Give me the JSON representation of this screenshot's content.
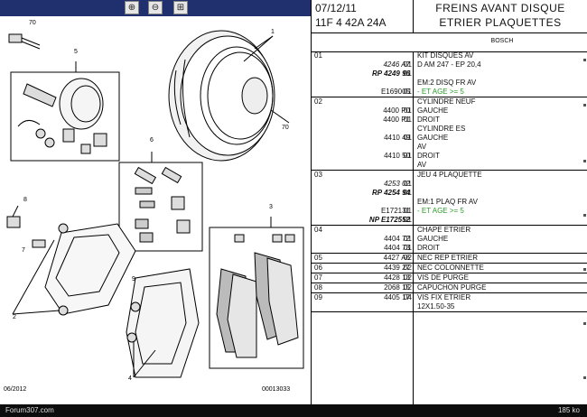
{
  "toolbar": {
    "bg_color": "#20306e",
    "buttons": [
      {
        "name": "zoom-in-icon",
        "glyph": "⊕"
      },
      {
        "name": "zoom-out-icon",
        "glyph": "⊖"
      },
      {
        "name": "zoom-fit-icon",
        "glyph": "⊞"
      }
    ]
  },
  "diagram": {
    "labels": [
      "70",
      "5",
      "1",
      "70",
      "6",
      "8",
      "7",
      "2",
      "3",
      "9",
      "4"
    ],
    "footer_left": "06/2012",
    "footer_right": "00013033"
  },
  "header": {
    "date": "07/12/11",
    "reference": "11F 4 42A 24A",
    "title_line1": "FREINS AVANT DISQUE",
    "title_line2": "ETRIER PLAQUETTES",
    "brand": "BOSCH"
  },
  "groups": [
    {
      "num": "01",
      "lines": [
        {
          "ref": "",
          "qty": "",
          "desc": "KIT DISQUES AV",
          "style": ""
        },
        {
          "ref": "4246 A7",
          "qty": "01",
          "desc": "D AM 247 - EP 20,4",
          "style": "ital"
        },
        {
          "ref": "RP 4249 96",
          "qty": "01",
          "desc": "",
          "style": "rp"
        },
        {
          "ref": "",
          "qty": "",
          "desc": "EM:2 DISQ FR AV",
          "style": ""
        },
        {
          "ref": "E169005",
          "qty": "01",
          "desc": "- ET AGE >= 5",
          "style": "green"
        }
      ]
    },
    {
      "num": "02",
      "lines": [
        {
          "ref": "",
          "qty": "",
          "desc": "CYLINDRE NEUF",
          "style": ""
        },
        {
          "ref": "4400 P0",
          "qty": "01",
          "desc": "GAUCHE",
          "style": ""
        },
        {
          "ref": "4400 P1",
          "qty": "01",
          "desc": "DROIT",
          "style": ""
        },
        {
          "ref": "",
          "qty": "",
          "desc": "CYLINDRE ES",
          "style": ""
        },
        {
          "ref": "4410 49",
          "qty": "01",
          "desc": "GAUCHE",
          "style": ""
        },
        {
          "ref": "",
          "qty": "",
          "desc": "AV",
          "style": ""
        },
        {
          "ref": "4410 50",
          "qty": "01",
          "desc": "DROIT",
          "style": ""
        },
        {
          "ref": "",
          "qty": "",
          "desc": "AV",
          "style": ""
        }
      ]
    },
    {
      "num": "03",
      "lines": [
        {
          "ref": "",
          "qty": "",
          "desc": "JEU 4 PLAQUETTE",
          "style": ""
        },
        {
          "ref": "4253 02",
          "qty": "01",
          "desc": "",
          "style": "ital"
        },
        {
          "ref": "RP 4254 94",
          "qty": "01",
          "desc": "",
          "style": "rp"
        },
        {
          "ref": "",
          "qty": "",
          "desc": "EM:1 PLAQ FR AV",
          "style": ""
        },
        {
          "ref": "E172131",
          "qty": "01",
          "desc": "- ET AGE >= 5",
          "style": "green"
        },
        {
          "ref": "NP E172552",
          "qty": "01",
          "desc": "",
          "style": "rp"
        }
      ]
    },
    {
      "num": "04",
      "lines": [
        {
          "ref": "",
          "qty": "",
          "desc": "CHAPE ETRIER",
          "style": ""
        },
        {
          "ref": "4404 72",
          "qty": "01",
          "desc": "GAUCHE",
          "style": ""
        },
        {
          "ref": "4404 73",
          "qty": "01",
          "desc": "DROIT",
          "style": ""
        }
      ]
    },
    {
      "num": "05",
      "lines": [
        {
          "ref": "4427 A6",
          "qty": "02",
          "desc": "NEC REP ETRIER",
          "style": ""
        }
      ]
    },
    {
      "num": "06",
      "lines": [
        {
          "ref": "4439 27",
          "qty": "02",
          "desc": "NEC COLONNETTE",
          "style": ""
        }
      ]
    },
    {
      "num": "07",
      "lines": [
        {
          "ref": "4428 13",
          "qty": "02",
          "desc": "VIS DE PURGE",
          "style": ""
        }
      ]
    },
    {
      "num": "08",
      "lines": [
        {
          "ref": "2068 15",
          "qty": "02",
          "desc": "CAPUCHON PURGE",
          "style": ""
        }
      ]
    },
    {
      "num": "09",
      "lines": [
        {
          "ref": "4405 17",
          "qty": "04",
          "desc": "VIS FIX ETRIER",
          "style": ""
        },
        {
          "ref": "",
          "qty": "",
          "desc": "12X1.50-35",
          "style": ""
        }
      ]
    }
  ],
  "bottom_bar": {
    "left_text": "Forum307.com",
    "right_text": "185 ko"
  }
}
